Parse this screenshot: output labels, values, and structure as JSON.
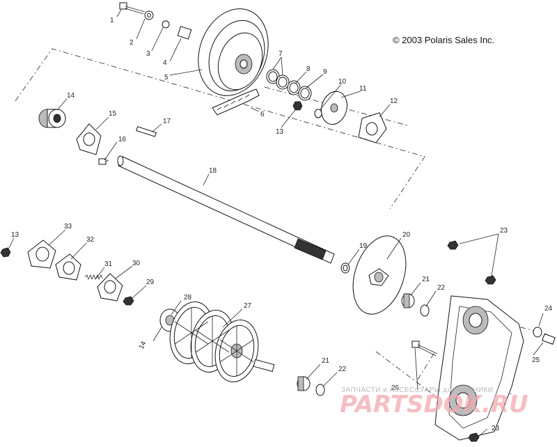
{
  "copyright": "© 2003 Polaris Sales Inc.",
  "watermark": {
    "line1": "ЗАПЧАСТИ и АКСЕССУАРЫ для ТЕХНИКИ",
    "line2": "PARTSDOK.RU"
  },
  "callouts": {
    "c1": "1",
    "c2": "2",
    "c3": "3",
    "c4": "4",
    "c5": "5",
    "c6": "6",
    "c7": "7",
    "c8": "8",
    "c9": "9",
    "c10": "10",
    "c11": "11",
    "c12": "12",
    "c13a": "13",
    "c13b": "13",
    "c14a": "14",
    "c14b": "14",
    "c15": "15",
    "c16": "16",
    "c17": "17",
    "c18": "18",
    "c19": "19",
    "c20": "20",
    "c21a": "21",
    "c21b": "21",
    "c22a": "22",
    "c22b": "22",
    "c23a": "23",
    "c23b": "23",
    "c24": "24",
    "c25": "25",
    "c26": "26",
    "c27": "27",
    "c28": "28",
    "c29": "29",
    "c30": "30",
    "c31": "31",
    "c32": "32",
    "c33": "33"
  }
}
